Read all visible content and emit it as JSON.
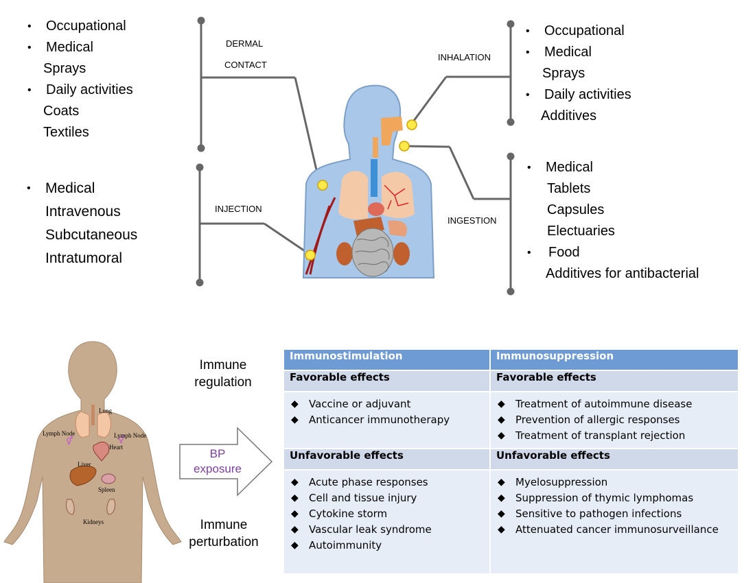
{
  "routes": {
    "dermal": {
      "line1": "DERMAL",
      "line2": "CONTACT",
      "items": [
        {
          "text": "Occupational",
          "bullet": true
        },
        {
          "text": "Medical",
          "bullet": true
        },
        {
          "text": "Sprays",
          "bullet": false
        },
        {
          "text": "Daily activities",
          "bullet": true
        },
        {
          "text": "Coats",
          "bullet": false
        },
        {
          "text": "Textiles",
          "bullet": false
        }
      ]
    },
    "injection": {
      "label": "INJECTION",
      "items": [
        {
          "text": "Medical",
          "bullet": true
        },
        {
          "text": "Intravenous",
          "bullet": false
        },
        {
          "text": "Subcutaneous",
          "bullet": false
        },
        {
          "text": "Intratumoral",
          "bullet": false
        }
      ]
    },
    "inhalation": {
      "label": "INHALATION",
      "items": [
        {
          "text": "Occupational",
          "bullet": true
        },
        {
          "text": "Medical",
          "bullet": true
        },
        {
          "text": "Sprays",
          "bullet": false
        },
        {
          "text": "Daily activities",
          "bullet": true
        },
        {
          "text": "Additives",
          "bullet": false
        }
      ]
    },
    "ingestion": {
      "label": "INGESTION",
      "items": [
        {
          "text": "Medical",
          "bullet": true
        },
        {
          "text": "Tablets",
          "bullet": false
        },
        {
          "text": "Capsules",
          "bullet": false
        },
        {
          "text": "Electuaries",
          "bullet": false
        },
        {
          "text": "Food",
          "bullet": true
        },
        {
          "text": "Additives for antibacterial",
          "bullet": false
        }
      ]
    }
  },
  "organs": {
    "lung": "Lung",
    "lymph_left": "Lymph Node",
    "lymph_right": "Lymph Node",
    "heart": "Heart",
    "liver": "Liver",
    "spleen": "Spleen",
    "kidneys": "Kidneys"
  },
  "regulation": {
    "immune_regulation": [
      "Immune",
      "regulation"
    ],
    "immune_perturbation": [
      "Immune",
      "perturbation"
    ],
    "arrow_label": [
      "BP",
      "exposure"
    ]
  },
  "table": {
    "col1": "Immunostimulation",
    "col2": "Immunosuppression",
    "favorable_label": "Favorable effects",
    "unfavorable_label": "Unfavorable effects",
    "stim_favorable": [
      "Vaccine or adjuvant",
      "Anticancer immunotherapy"
    ],
    "supp_favorable": [
      "Treatment of autoimmune disease",
      "Prevention of allergic responses",
      "Treatment of transplant rejection"
    ],
    "stim_unfavorable": [
      "Acute phase responses",
      "Cell and tissue injury",
      "Cytokine storm",
      "Vascular leak syndrome",
      "Autoimmunity"
    ],
    "supp_unfavorable": [
      "Myelosuppression",
      "Suppression of thymic lymphomas",
      "Sensitive to pathogen infections",
      "Attenuated cancer immunosurveillance"
    ]
  },
  "colors": {
    "header": "#6f9bd4",
    "subheader": "#cfd9ea",
    "cell": "#e7edf6",
    "arrow_text": "#7b3fa0",
    "body_blue": "#a9c7e8",
    "silhouette": "#c7ab8f"
  }
}
